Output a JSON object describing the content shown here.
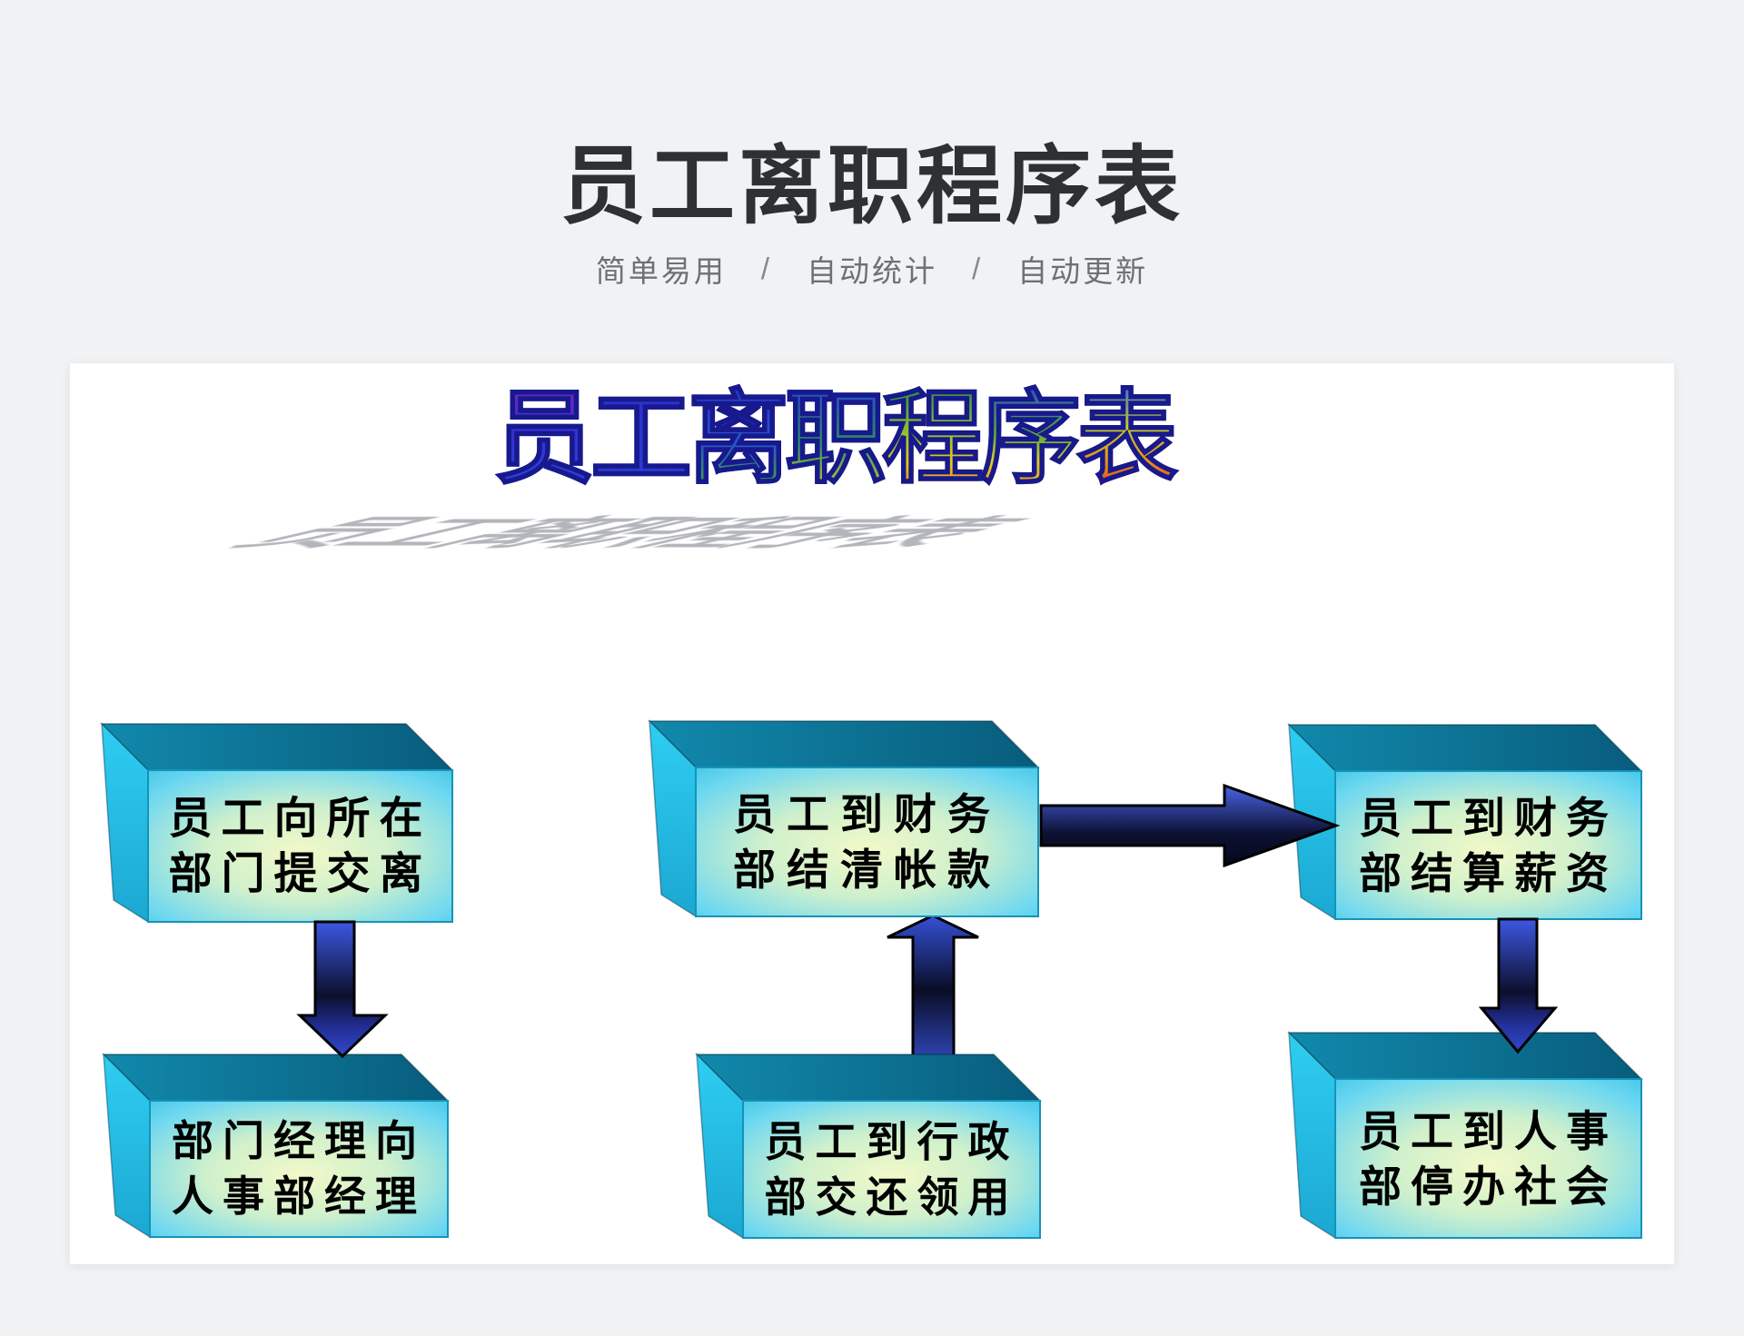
{
  "page": {
    "title": "员工离职程序表",
    "background_color": "#f1f2f4"
  },
  "subtitle": {
    "items": [
      "简单易用",
      "自动统计",
      "自动更新"
    ],
    "separator": "/"
  },
  "wordart": {
    "text": "员工离职程序表",
    "chars": [
      "员",
      "工",
      "离",
      "职",
      "程",
      "序",
      "表"
    ],
    "outline_color": "#17198c"
  },
  "flow": {
    "boxes": [
      {
        "id": "submit-resignation",
        "line1": "员工向所在",
        "line2": "部门提交离"
      },
      {
        "id": "dept-manager-to-hr",
        "line1": "部门经理向",
        "line2": "人事部经理"
      },
      {
        "id": "finance-clear-accounts",
        "line1": "员工到财务",
        "line2": "部结清帐款"
      },
      {
        "id": "admin-return-items",
        "line1": "员工到行政",
        "line2": "部交还领用"
      },
      {
        "id": "finance-settle-salary",
        "line1": "员工到财务",
        "line2": "部结算薪资"
      },
      {
        "id": "hr-stop-social",
        "line1": "员工到人事",
        "line2": "部停办社会"
      }
    ],
    "edges": [
      {
        "from": "submit-resignation",
        "to": "dept-manager-to-hr",
        "direction": "down"
      },
      {
        "from": "admin-return-items",
        "to": "finance-clear-accounts",
        "direction": "up"
      },
      {
        "from": "finance-clear-accounts",
        "to": "finance-settle-salary",
        "direction": "right"
      },
      {
        "from": "finance-settle-salary",
        "to": "hr-stop-social",
        "direction": "down"
      }
    ],
    "colors": {
      "box_top_face": "#0d7da0",
      "box_side_face": "#29c3e8",
      "box_front_edge": "#3cc4e8",
      "box_front_center": "#f2f9c8",
      "arrow_bright": "#3c57e0",
      "arrow_dark": "#0b0e28",
      "arrow_outline": "#000000"
    }
  }
}
